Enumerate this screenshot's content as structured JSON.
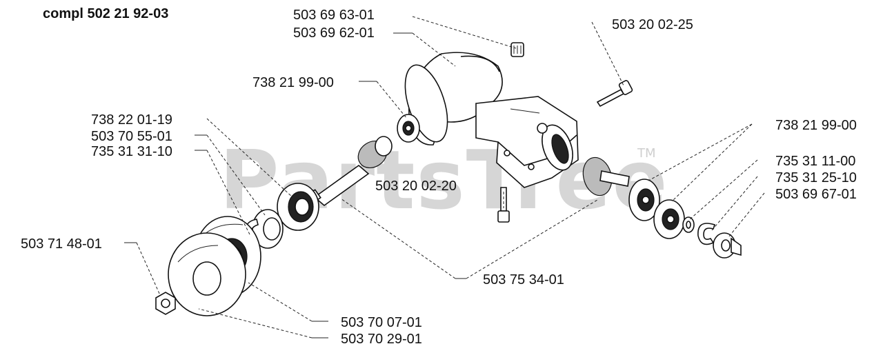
{
  "title": "compl 502 21 92-03",
  "watermark": "PartsTree",
  "trademark": "TM",
  "parts": [
    {
      "id": "p1",
      "number": "503 69 63-01"
    },
    {
      "id": "p2",
      "number": "503 69 62-01"
    },
    {
      "id": "p3",
      "number": "503 20 02-25"
    },
    {
      "id": "p4",
      "number": "738 21 99-00"
    },
    {
      "id": "p5",
      "number": "738 22 01-19"
    },
    {
      "id": "p6",
      "number": "503 70 55-01"
    },
    {
      "id": "p7",
      "number": "735 31 31-10"
    },
    {
      "id": "p8",
      "number": "738 21 99-00"
    },
    {
      "id": "p9",
      "number": "735 31 11-00"
    },
    {
      "id": "p10",
      "number": "735 31 25-10"
    },
    {
      "id": "p11",
      "number": "503 69 67-01"
    },
    {
      "id": "p12",
      "number": "503 20 02-20"
    },
    {
      "id": "p13",
      "number": "503 71 48-01"
    },
    {
      "id": "p14",
      "number": "503 75 34-01"
    },
    {
      "id": "p15",
      "number": "503 70 07-01"
    },
    {
      "id": "p16",
      "number": "503 70 29-01"
    }
  ]
}
